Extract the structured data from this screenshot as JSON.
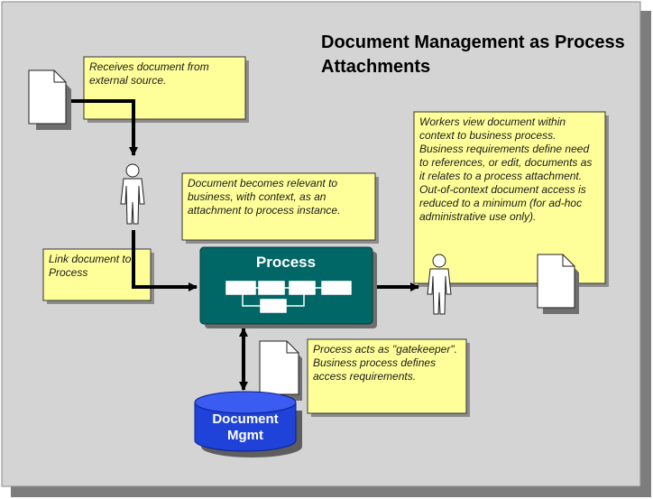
{
  "title": "Document Management as Process Attachments",
  "notes": {
    "receives": "Receives document from external source.",
    "link": "Link document to Process",
    "relevant": "Document becomes relevant to business, with context, as an attachment to process instance.",
    "workers": "Workers view document within context to business process. Business requirements define need to references, or edit, documents as it relates to a process attachment. Out-of-context document access is reduced to a minimum (for ad-hoc administrative use only).",
    "gatekeeper": "Process acts as \"gatekeeper\". Business process defines access requirements."
  },
  "process_label": "Process",
  "repository": {
    "line1": "Document",
    "line2": "Mgmt"
  },
  "colors": {
    "background": "#d4d4d4",
    "note_fill": "#ffff99",
    "process_fill": "#006666",
    "repository_fill": "#1f43d9",
    "arrow": "#000000"
  }
}
